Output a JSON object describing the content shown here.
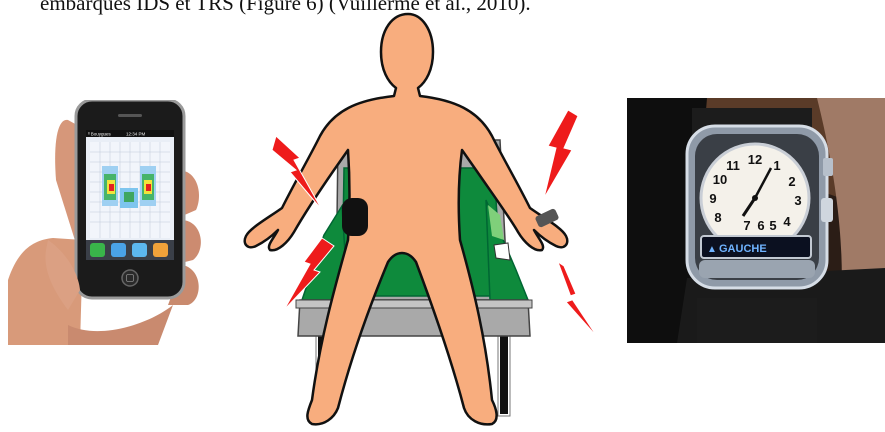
{
  "caption": {
    "text": "embarqués IDS et TRS (Figure 6) (Vuillerme et al., 2010)."
  },
  "phone": {
    "status_carrier": "ᴵᴵ Bouygues",
    "status_time": "12:34 PM",
    "dock_icons": [
      "phone-app-icon",
      "mail-app-icon",
      "safari-app-icon",
      "ipod-app-icon"
    ]
  },
  "watch": {
    "dial_numbers": [
      "12",
      "1",
      "2",
      "3",
      "4",
      "5",
      "6",
      "7",
      "8",
      "9",
      "10",
      "11"
    ],
    "lcd_text": "GAUCHE",
    "lcd_arrow": "▲"
  },
  "colors": {
    "skin": "#f8ad7e",
    "chair_green": "#0e8a3c",
    "chair_gray": "#a9a9a9",
    "vibration_red": "#ee1b1b",
    "lcd_blue": "#6fb3ff"
  }
}
